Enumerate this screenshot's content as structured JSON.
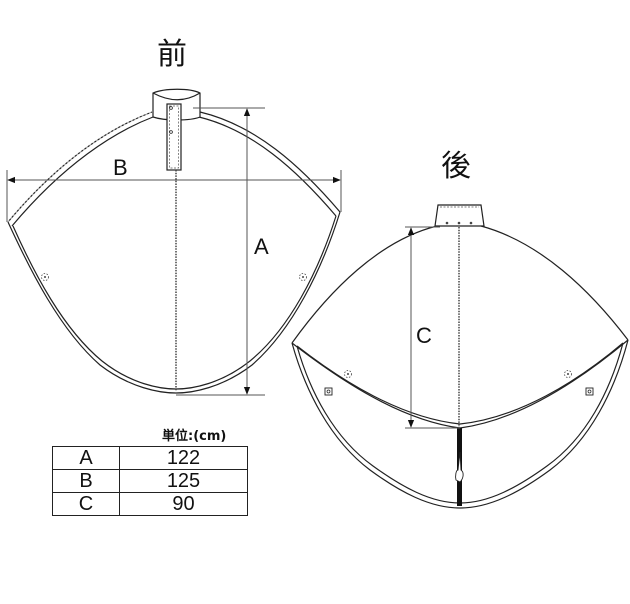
{
  "diagram": {
    "type": "garment-dimension-diagram",
    "subject": "poncho / rain cape",
    "views": {
      "front": {
        "label": "前",
        "meaning": "front"
      },
      "back": {
        "label": "後",
        "meaning": "back"
      }
    },
    "dimension_letters": {
      "A": "A",
      "B": "B",
      "C": "C"
    },
    "colors": {
      "line": "#222222",
      "dimension_line": "#555555",
      "background": "#ffffff"
    }
  },
  "size_table": {
    "unit_label": "単位:(cm)",
    "rows": [
      {
        "key": "A",
        "value": "122"
      },
      {
        "key": "B",
        "value": "125"
      },
      {
        "key": "C",
        "value": "90"
      }
    ]
  }
}
